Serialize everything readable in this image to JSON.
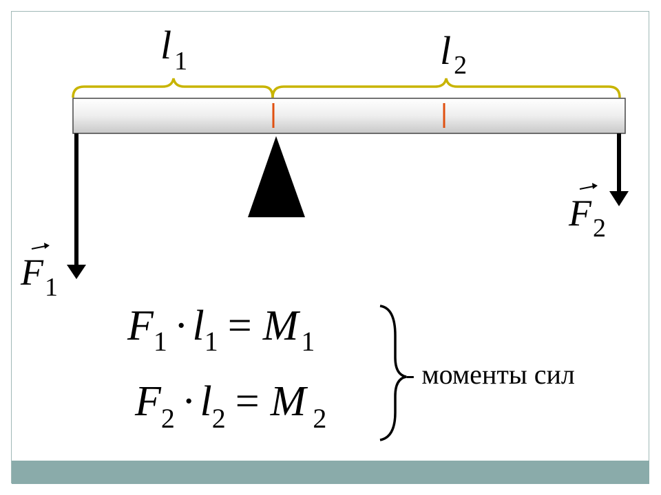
{
  "diagram": {
    "lever_arms": {
      "l1": {
        "letter": "l",
        "sub": "1"
      },
      "l2": {
        "letter": "l",
        "sub": "2"
      }
    },
    "forces": {
      "F1": {
        "letter": "F",
        "sub": "1"
      },
      "F2": {
        "letter": "F",
        "sub": "2"
      }
    },
    "equations": [
      {
        "F": "F",
        "F_sub": "1",
        "dot": "·",
        "l": "l",
        "l_sub": "1",
        "eq": "=",
        "M": "M",
        "M_sub": "1"
      },
      {
        "F": "F",
        "F_sub": "2",
        "dot": "·",
        "l": "l",
        "l_sub": "2",
        "eq": "=",
        "M": "M",
        "M_sub": "2"
      }
    ],
    "brace_caption": "- моменты сил"
  },
  "colors": {
    "frame_border": "#9fb8b6",
    "footer_bar": "#8aabaa",
    "brace_color": "#c8b400",
    "tick_color": "#e05010",
    "beam_fill": "#e4e4e4",
    "ink": "#000000"
  }
}
